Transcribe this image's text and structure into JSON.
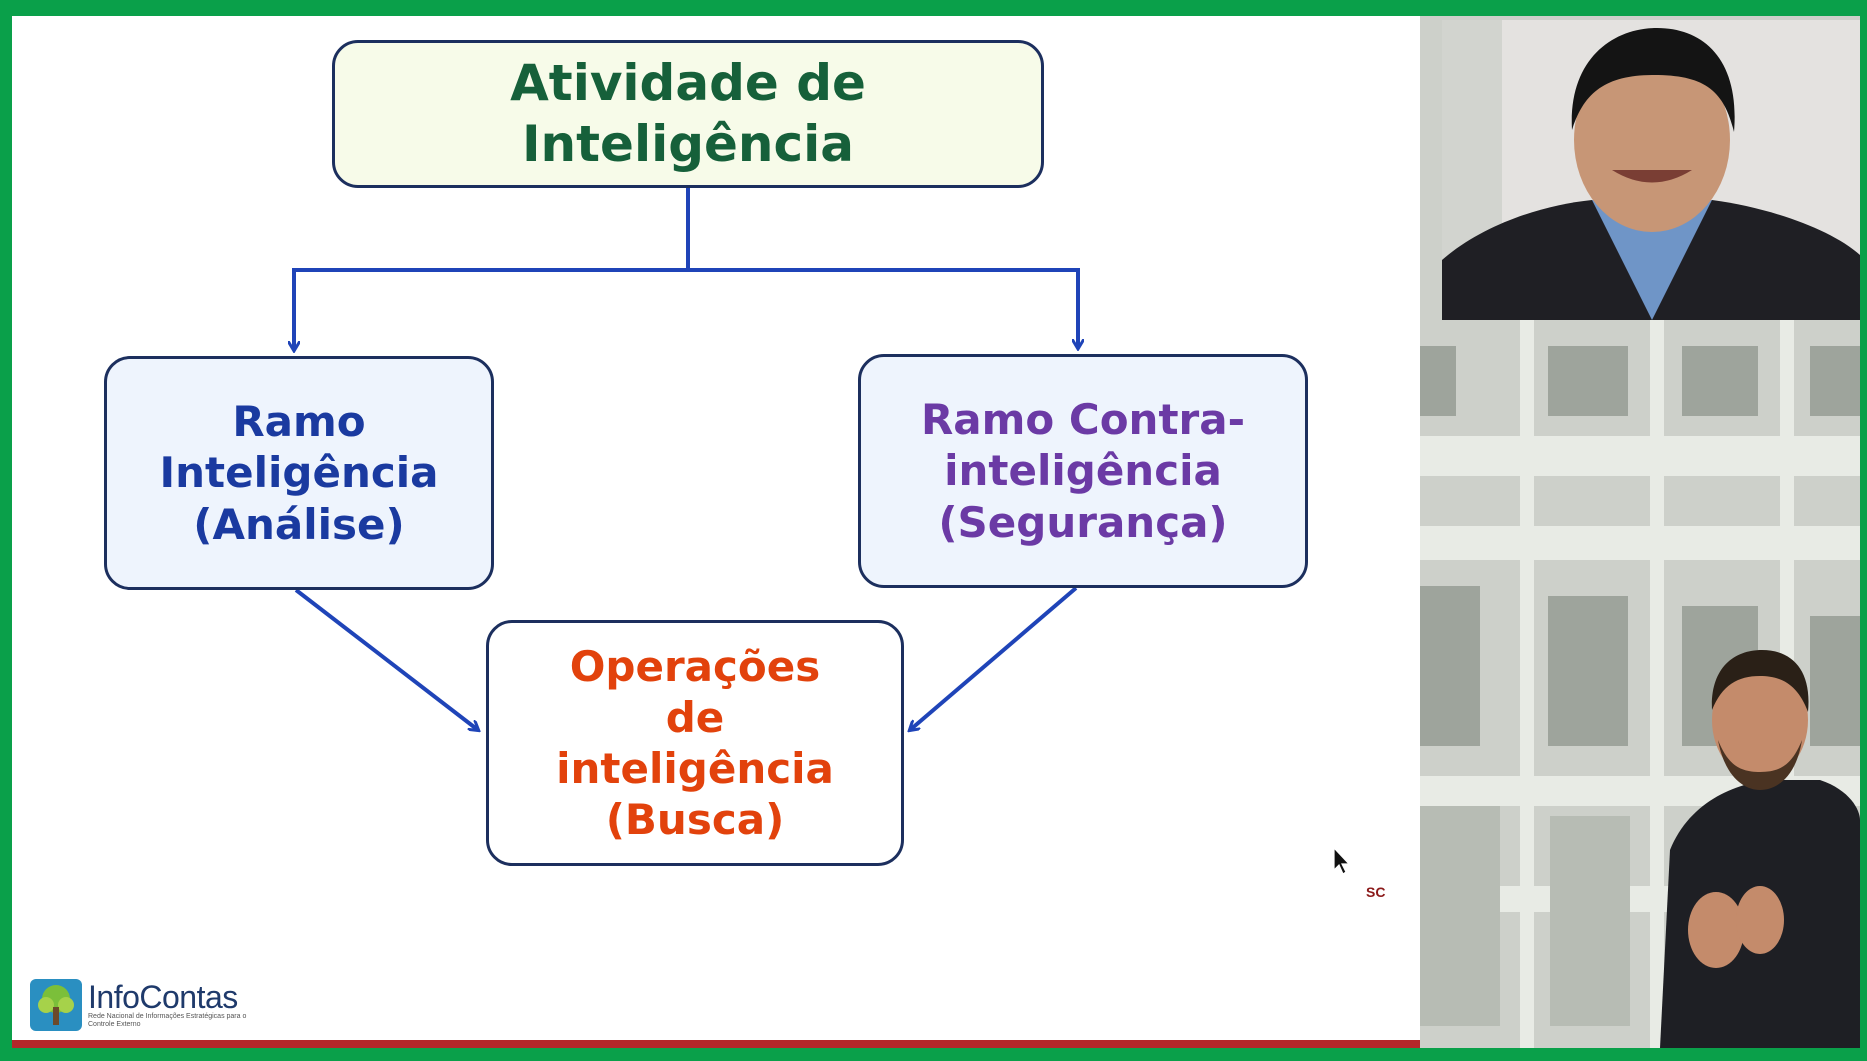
{
  "slide": {
    "top_box": "Atividade de\nInteligência",
    "left_box": "Ramo\nInteligência\n(Análise)",
    "right_box": "Ramo Contra-\ninteligência\n(Segurança)",
    "bottom_box": "Operações\nde\ninteligência\n(Busca)",
    "corner_mark": "SC"
  },
  "logo": {
    "name": "InfoContas",
    "subtitle": "Rede Nacional de Informações Estratégicas para o Controle Externo"
  },
  "colors": {
    "frame": "#0aa04a",
    "arrow": "#1f44b8",
    "top_text": "#16603a",
    "left_text": "#1a3aa0",
    "right_text": "#6b3aa5",
    "bottom_text": "#e2420c"
  },
  "videos": {
    "speaker": "speaker-video",
    "interpreter": "sign-language-interpreter-video"
  }
}
